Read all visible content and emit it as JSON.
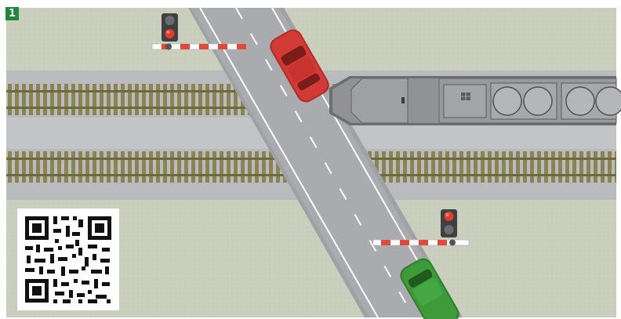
{
  "badge": {
    "number": "1"
  },
  "colors": {
    "grass": "#c9cebd",
    "road": "#a7a9ac",
    "track_bed": "#b9bbbe",
    "rails": "#8f8f5a",
    "train": "#8e9092",
    "car_red": "#d23a35",
    "car_green": "#3d9b3a",
    "barrier_red": "#e04a3a",
    "signal_red": "#e23c2c"
  },
  "signals": [
    {
      "id": "top",
      "lit": "red"
    },
    {
      "id": "bottom",
      "lit": "red"
    }
  ],
  "barriers": [
    {
      "id": "top",
      "state": "closed"
    },
    {
      "id": "bottom",
      "state": "closed"
    }
  ],
  "vehicles": [
    {
      "id": "car-red",
      "color": "red"
    },
    {
      "id": "car-green",
      "color": "green"
    },
    {
      "id": "locomotive",
      "type": "train"
    }
  ],
  "qr_code": {
    "icon": "qr-code-icon"
  }
}
